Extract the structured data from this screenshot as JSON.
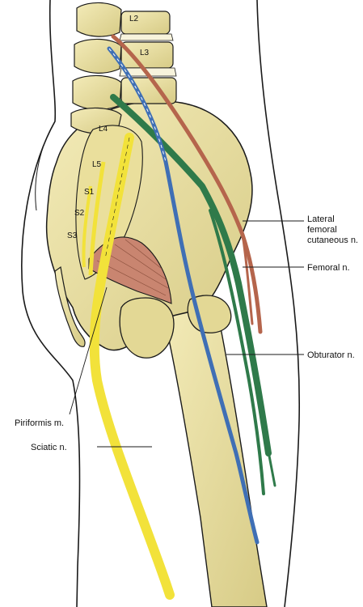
{
  "colors": {
    "bone": "#e9e0a6",
    "bone_shadow": "#c9bd78",
    "outline": "#1a1a1a",
    "sciatic": "#f2e23a",
    "femoral": "#2f7a4a",
    "obturator": "#3f6fb5",
    "lateral_femoral_cutaneous": "#b5654c",
    "piriformis": "#c98570"
  },
  "vertebral_labels": {
    "l2": "L2",
    "l3": "L3",
    "l4": "L4",
    "l5": "L5",
    "s1": "S1",
    "s2": "S2",
    "s3": "S3"
  },
  "labels": {
    "lateral_femoral_cutaneous": [
      "Lateral",
      "femoral",
      "cutaneous n."
    ],
    "femoral": "Femoral n.",
    "obturator": "Obturator n.",
    "piriformis": "Piriformis m.",
    "sciatic": "Sciatic n."
  }
}
